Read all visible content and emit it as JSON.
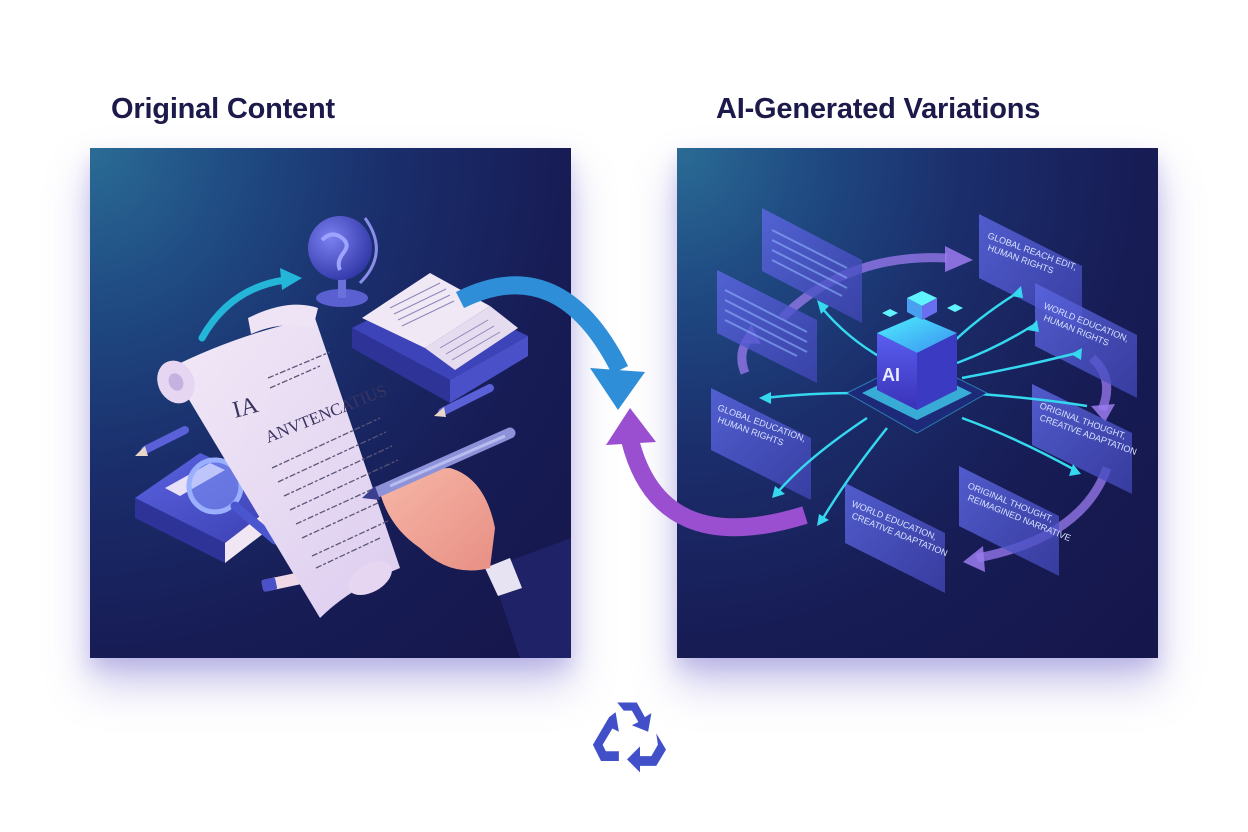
{
  "left_panel": {
    "title": "Original Content",
    "illustration": {
      "description": "Isometric scene: hand writing on a paper scroll with a pen, surrounded by a globe, open book, closed book with magnifying glass, pencils",
      "scroll_heading_line1": "IA",
      "scroll_heading_line2": "ANVTENCATIUS",
      "icons": [
        "scroll-icon",
        "hand-pen-icon",
        "globe-icon",
        "open-book-icon",
        "closed-book-icon",
        "magnifying-glass-icon",
        "pencil-icon",
        "arrow-icon"
      ]
    }
  },
  "right_panel": {
    "title": "AI-Generated Variations",
    "illustration": {
      "description": "Glowing AI cube chip in center emitting cyan arrows to floating translucent text cards, ringed by purple cycle arrows",
      "chip_label": "AI",
      "cards": [
        {
          "line1": "GLOBAL REACH EDIT,",
          "line2": "HUMAN RIGHTS"
        },
        {
          "line1": "WORLD EDUCATION,",
          "line2": "HUMAN RIGHTS"
        },
        {
          "line1": "GLOBAL EDUCATION,",
          "line2": "HUMAN RIGHTS"
        },
        {
          "line1": "ORIGINAL THOUGHT,",
          "line2": "CREATIVE ADAPTATION"
        },
        {
          "line1": "WORLD EDUCATION,",
          "line2": "CREATIVE ADAPTATION"
        },
        {
          "line1": "ORIGINAL THOUGHT,",
          "line2": "REIMAGINED NARRATIVE"
        }
      ]
    }
  },
  "connector": {
    "top_arrow": "blue curved arrow from left panel to right",
    "bottom_arrow": "purple curved arrow from right panel to left"
  },
  "footer": {
    "icon": "recycle-icon"
  },
  "colors": {
    "title_text": "#1b1a4a",
    "panel_dark": "#15164a",
    "panel_teal_corner": "#2a6c95",
    "arrow_blue": "#2f8ed8",
    "arrow_purple": "#9a4fd0",
    "cyan_glow": "#2fe0f0",
    "card_blue": "#4c55c8",
    "recycle_blue": "#4150c8"
  }
}
